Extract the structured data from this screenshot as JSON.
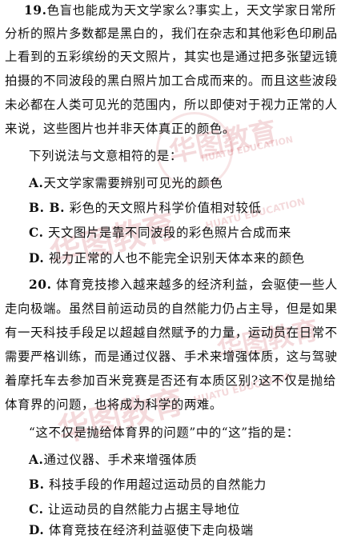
{
  "watermark": {
    "brand_cn": "华图教育",
    "brand_en": "HUATU EDUCATION"
  },
  "q19": {
    "number": "19.",
    "passage_lines": [
      "色盲也能成为天文学家么?事实上，天文学家日常所",
      "分析的照片多数都是黑白的，我们在杂志和其他彩色印刷品",
      "上看到的五彩缤纷的天文照片，其实也是通过把多张望远镜",
      "拍摄的不同波段的黑白照片加工合成而来的。而且这些波段",
      "未必都在人类可见光的范围内，所以即使对于视力正常的人",
      "来说，这些图片也并非天体真正的颜色。"
    ],
    "prompt": "下列说法与文意相符的是：",
    "options": [
      {
        "label": "A.",
        "text": "天文学家需要辨别可见光的颜色"
      },
      {
        "label": "B. B.",
        "text": "彩色的天文照片科学价值相对较低"
      },
      {
        "label": "C.",
        "text": "天文图片是靠不同波段的彩色照片合成而来"
      },
      {
        "label": "D.",
        "text": "视力正常的人也不能完全识别天体本来的颜色"
      }
    ]
  },
  "q20": {
    "number": "20.",
    "passage_lines": [
      "体育竞技掺入越来越多的经济利益，会驱使一些人",
      "走向极端。虽然目前运动员的自然能力仍占主导，但是如果",
      "有一天科技手段足以超越自然赋予的力量，运动员在日常不",
      "需要严格训练，而是通过仪器、手术来增强体质，这与驾驶",
      "着摩托车去参加百米竞赛是否还有本质区别?这不仅是抛给",
      "体育界的问题，也将成为科学的两难。"
    ],
    "prompt": "“这不仅是抛给体育界的问题”中的“这”指的是：",
    "options": [
      {
        "label": "A.",
        "text": "通过仪器、手术来增强体质"
      },
      {
        "label": "B.",
        "text": "科技手段的作用超过运动员的自然能力"
      },
      {
        "label": "C.",
        "text": "让运动员的自然能力占据主导地位"
      },
      {
        "label": "D.",
        "text": "体育竞技在经济利益驱使下走向极端"
      }
    ]
  }
}
